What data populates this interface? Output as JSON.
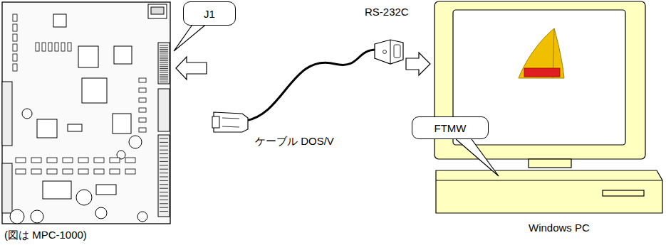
{
  "diagram": {
    "nodes": [
      {
        "text": [
          "J1"
        ]
      },
      {
        "text": [
          "FTMW"
        ]
      }
    ],
    "labels": [
      "RS-232C",
      "ケーブル DOS/V",
      "Windows PC",
      "(図は MPC-1000)"
    ]
  }
}
